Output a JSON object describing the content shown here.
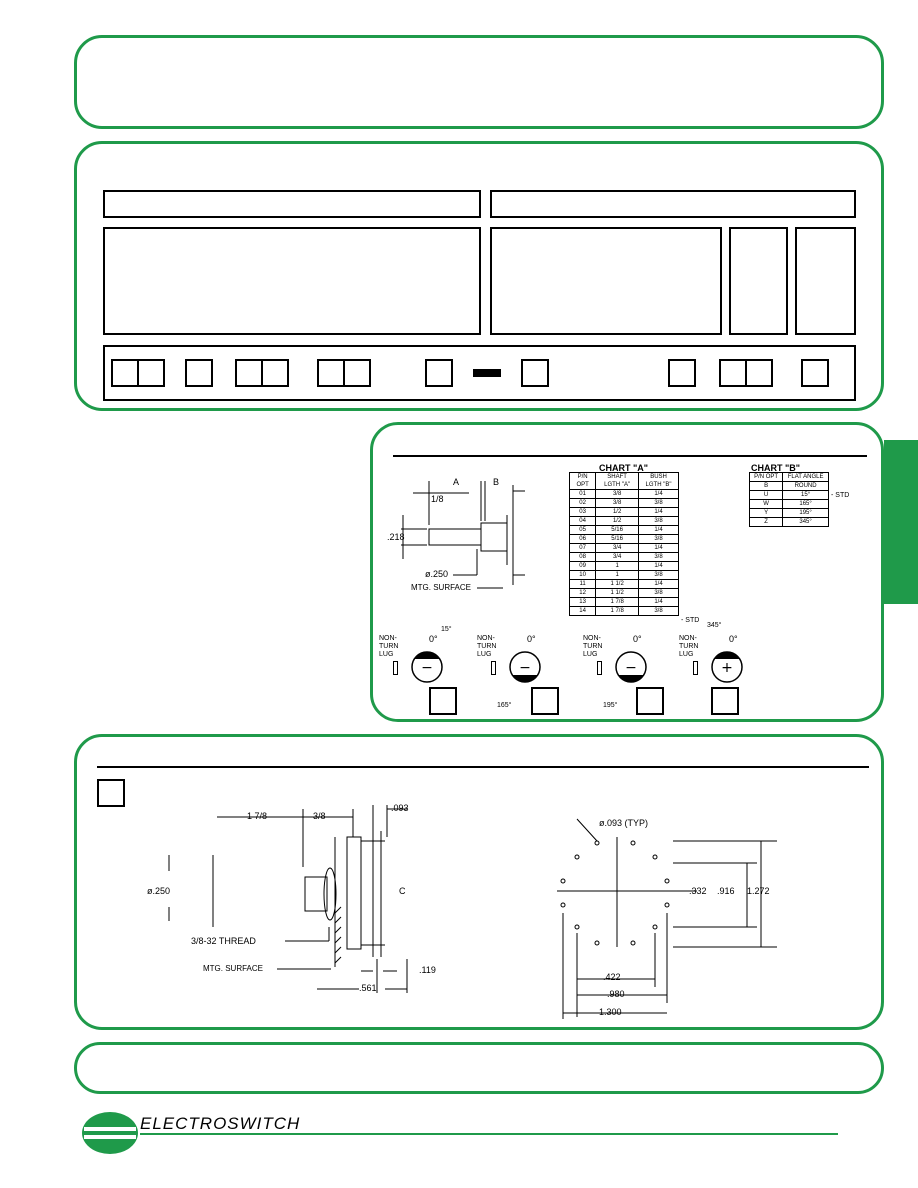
{
  "chart_a": {
    "title": "CHART \"A\"",
    "headers": [
      "P/N OPT",
      "SHAFT LGTH \"A\"",
      "BUSH LGTH \"B\""
    ],
    "rows": [
      [
        "01",
        "3/8",
        "1/4"
      ],
      [
        "02",
        "3/8",
        "3/8"
      ],
      [
        "03",
        "1/2",
        "1/4"
      ],
      [
        "04",
        "1/2",
        "3/8"
      ],
      [
        "05",
        "5/16",
        "1/4"
      ],
      [
        "06",
        "5/16",
        "3/8"
      ],
      [
        "07",
        "3/4",
        "1/4"
      ],
      [
        "08",
        "3/4",
        "3/8"
      ],
      [
        "09",
        "1",
        "1/4"
      ],
      [
        "10",
        "1",
        "3/8"
      ],
      [
        "11",
        "1 1/2",
        "1/4"
      ],
      [
        "12",
        "1 1/2",
        "3/8"
      ],
      [
        "13",
        "1 7/8",
        "1/4"
      ],
      [
        "14",
        "1 7/8",
        "3/8"
      ]
    ],
    "std_note": "- STD"
  },
  "chart_b": {
    "title": "CHART \"B\"",
    "headers": [
      "P/N OPT",
      "FLAT ANGLE"
    ],
    "rows": [
      [
        "B",
        "ROUND"
      ],
      [
        "U",
        "15°"
      ],
      [
        "W",
        "165°"
      ],
      [
        "Y",
        "195°"
      ],
      [
        "Z",
        "345°"
      ]
    ],
    "std_note": "- STD"
  },
  "shaft_drawing": {
    "dim_a": "A",
    "dim_b": "B",
    "dim_eighth": "1/8",
    "dim_218": ".218",
    "dim_dia250": "ø.250",
    "mtg_surface": "MTG. SURFACE"
  },
  "orientations": [
    {
      "lug": "NON- TURN LUG",
      "angle_top": "0°",
      "angle_side": "15°",
      "symbol": "−"
    },
    {
      "lug": "NON- TURN LUG",
      "angle_top": "0°",
      "angle_side": "165°",
      "symbol": "−"
    },
    {
      "lug": "NON- TURN LUG",
      "angle_top": "0°",
      "angle_side": "195°",
      "symbol": "−"
    },
    {
      "lug": "NON- TURN LUG",
      "angle_top": "0°",
      "angle_side": "345°",
      "symbol": "+"
    }
  ],
  "side_view": {
    "dim_178": "1 7/8",
    "dim_38": "3/8",
    "dim_093": ".093",
    "dim_dia250": "ø.250",
    "thread": "3/8-32 THREAD",
    "mtg_surface": "MTG. SURFACE",
    "dim_119": ".119",
    "dim_561": ".561",
    "centerline": "C"
  },
  "pcb_view": {
    "hole": "ø.093 (TYP)",
    "dim_332": ".332",
    "dim_916": ".916",
    "dim_1272": "1.272",
    "dim_422": ".422",
    "dim_980": ".980",
    "dim_1300": "1.300"
  },
  "footer": {
    "brand": "ELECTROSWITCH"
  },
  "colors": {
    "accent": "#1f9a4a"
  }
}
